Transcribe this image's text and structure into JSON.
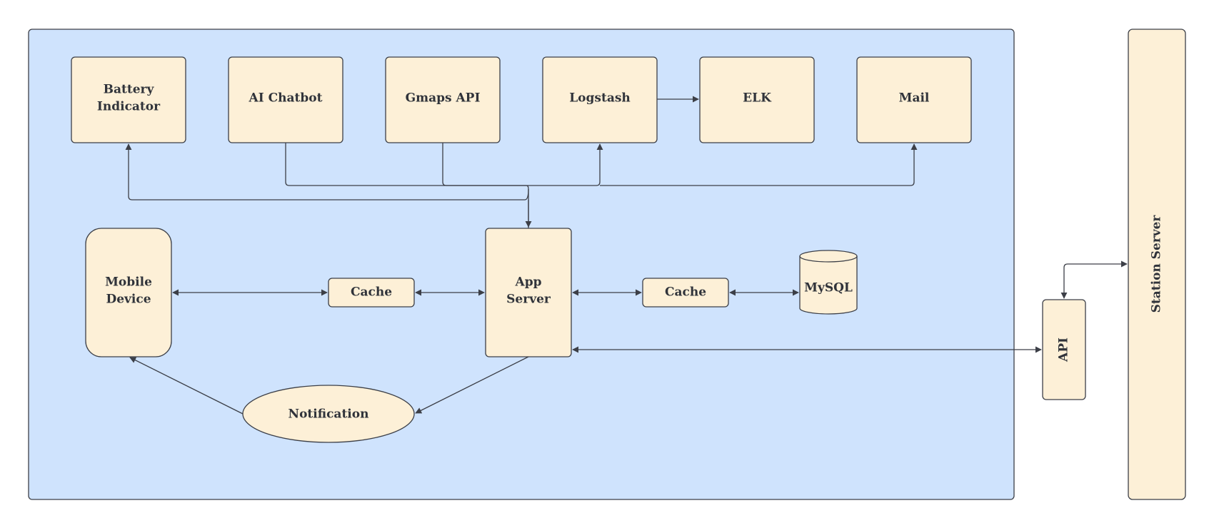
{
  "nodes": {
    "battery_indicator": {
      "line1": "Battery",
      "line2": "Indicator"
    },
    "ai_chatbot": "AI Chatbot",
    "gmaps_api": "Gmaps API",
    "logstash": "Logstash",
    "elk": "ELK",
    "mail": "Mail",
    "mobile_device": {
      "line1": "Mobile",
      "line2": "Device"
    },
    "cache_left": "Cache",
    "app_server": {
      "line1": "App",
      "line2": "Server"
    },
    "cache_right": "Cache",
    "mysql": "MySQL",
    "notification": "Notification",
    "api": "API",
    "station_server": "Station Server"
  },
  "colors": {
    "container_fill": "#cfe3fd",
    "box_fill": "#fdf0d7",
    "stroke": "#3c3f47",
    "text": "#30333a"
  }
}
